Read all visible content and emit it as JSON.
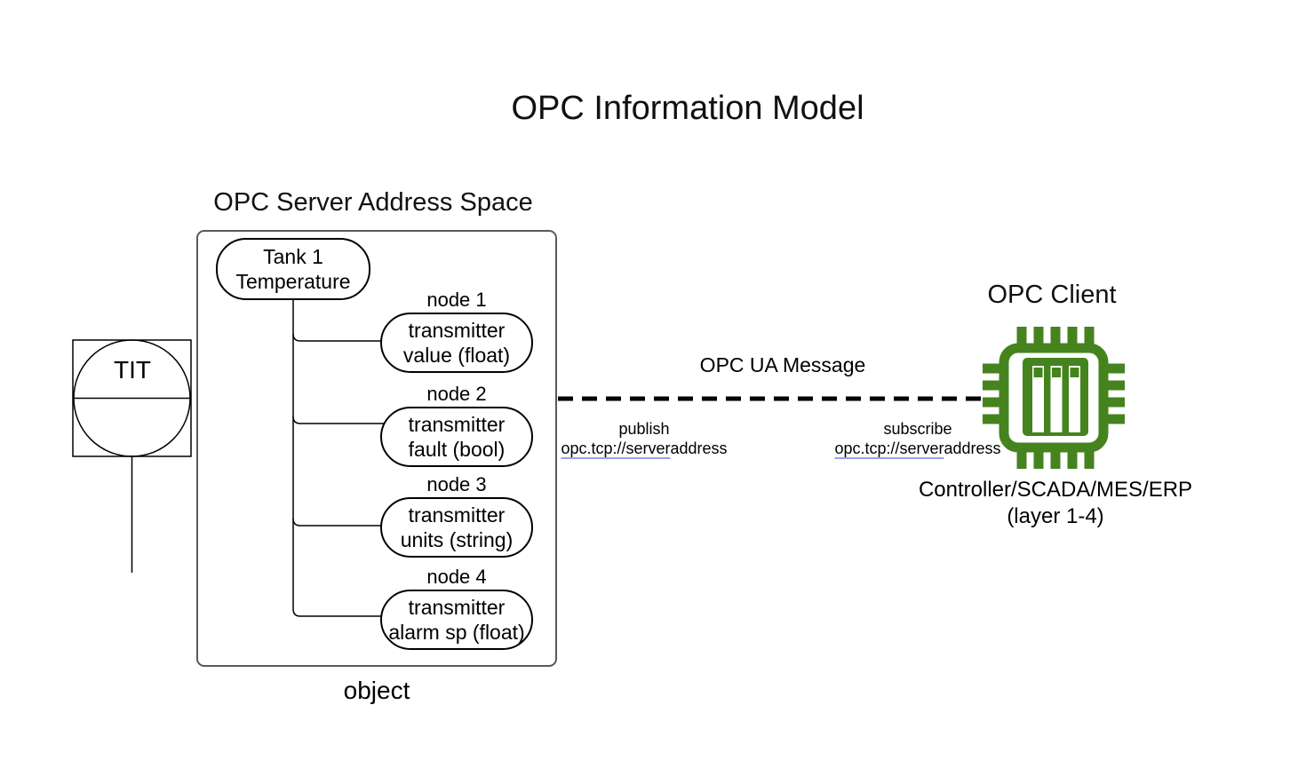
{
  "title": "OPC Information Model",
  "instrument": {
    "tag": "TIT"
  },
  "server": {
    "heading": "OPC Server Address Space",
    "caption": "object",
    "root": {
      "line1": "Tank 1",
      "line2": "Temperature"
    },
    "nodes": [
      {
        "label": "node 1",
        "line1": "transmitter",
        "line2": "value (float)"
      },
      {
        "label": "node 2",
        "line1": "transmitter",
        "line2": "fault (bool)"
      },
      {
        "label": "node 3",
        "line1": "transmitter",
        "line2": "units (string)"
      },
      {
        "label": "node 4",
        "line1": "transmitter",
        "line2": "alarm sp (float)"
      }
    ]
  },
  "message": {
    "label": "OPC UA Message",
    "publish": {
      "action": "publish",
      "url_link": "opc.tcp://server",
      "url_rest": "address"
    },
    "subscribe": {
      "action": "subscribe",
      "url_link": "opc.tcp://server",
      "url_rest": "address"
    }
  },
  "client": {
    "heading": "OPC Client",
    "icon": "chip-icon",
    "caption_line1": "Controller/SCADA/MES/ERP",
    "caption_line2": "(layer 1-4)"
  },
  "colors": {
    "chip_green": "#45831e",
    "link_underline": "#9a9ff2",
    "container_border": "#595959",
    "stroke": "#000000",
    "background": "#ffffff"
  }
}
